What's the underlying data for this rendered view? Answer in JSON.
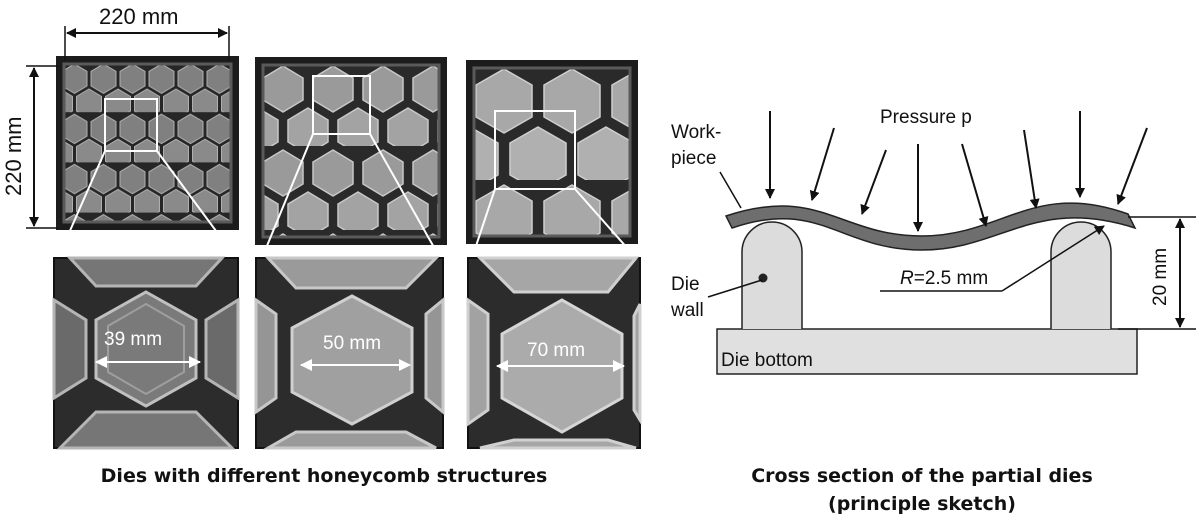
{
  "left": {
    "dim_width": "220 mm",
    "dim_height": "220 mm",
    "cell_sizes": [
      "39 mm",
      "50 mm",
      "70 mm"
    ],
    "caption": "Dies with different honeycomb structures"
  },
  "right": {
    "pressure": "Pressure p",
    "workpiece_line1": "Work-",
    "workpiece_line2": "piece",
    "die_wall_line1": "Die",
    "die_wall_line2": "wall",
    "radius_symbol": "R",
    "radius_value": "=2.5 mm",
    "height": "20 mm",
    "die_bottom": "Die bottom",
    "caption_line1": "Cross section of the partial dies",
    "caption_line2": "(principle sketch)"
  },
  "colors": {
    "die_dark": "#3a3a3a",
    "die_light": "#d9d9d9",
    "workpiece": "#6e6e6e"
  }
}
